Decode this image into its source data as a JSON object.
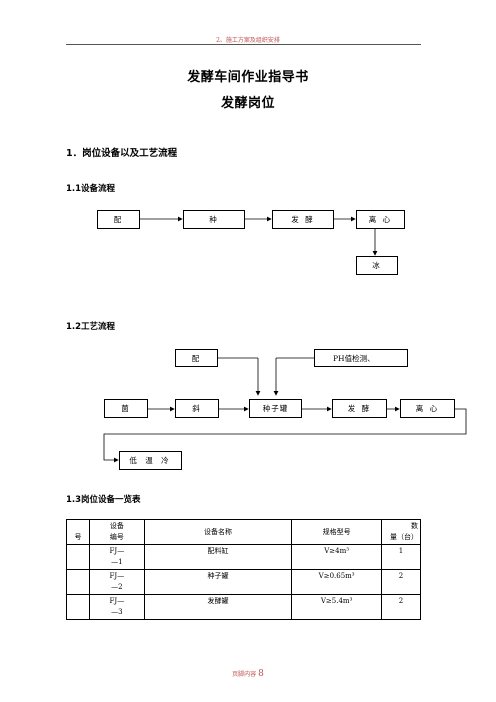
{
  "header": {
    "text": "2、施工方案及组织安排"
  },
  "title": "发酵车间作业指导书",
  "subtitle": "发酵岗位",
  "section1": {
    "heading": "1．岗位设备以及工艺流程"
  },
  "section1_1": {
    "heading": "1.1设备流程",
    "boxes": {
      "pei": "配",
      "zhong": "种",
      "fajiao": "发 酵",
      "lixin": "离 心",
      "bing": "冰"
    }
  },
  "section1_2": {
    "heading": "1.2工艺流程",
    "boxes": {
      "pei": "配",
      "ph": "PH值检测、",
      "jun": "菌",
      "xie": "斜",
      "zhongzi": "种子罐",
      "fajiao": "发 酵",
      "lixin": "离 心",
      "diwen": "低 温 冷"
    }
  },
  "section1_3": {
    "heading": "1.3岗位设备一览表",
    "table": {
      "headers": [
        "号",
        "设备\n编号",
        "设备名称",
        "规格型号",
        "数\n量（台）"
      ],
      "rows": [
        [
          "",
          "FJ—\n—1",
          "配料缸",
          "V≥4m³",
          "1"
        ],
        [
          "",
          "FJ—\n—2",
          "种子罐",
          "V≥0.65m³",
          "2"
        ],
        [
          "",
          "FJ—\n—3",
          "发酵罐",
          "V≥5.4m³",
          "2"
        ]
      ]
    }
  },
  "footer": {
    "prefix": "页脚内容",
    "page": "8"
  }
}
